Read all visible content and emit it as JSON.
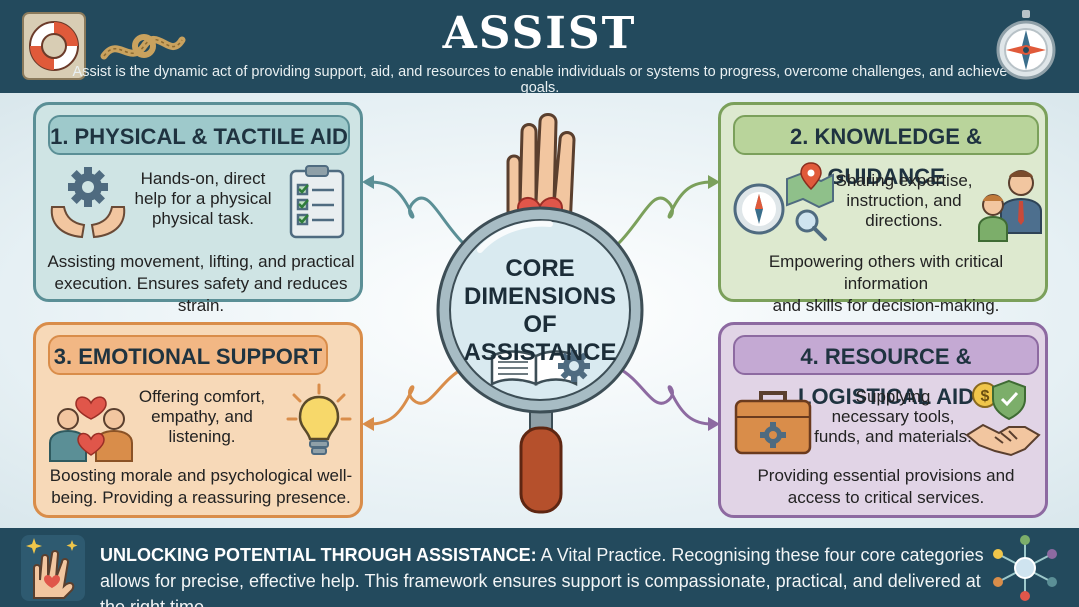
{
  "header": {
    "title": "ASSIST",
    "subtitle": "Assist is the dynamic act of providing support, aid, and resources to enable individuals or systems to progress, overcome challenges, and achieve goals."
  },
  "center": {
    "label_line1": "CORE",
    "label_line2": "DIMENSIONS",
    "label_line3": "OF ASSISTANCE"
  },
  "cards": [
    {
      "title": "1. PHYSICAL & TACTILE AID",
      "lines": [
        "Hands-on, direct",
        "help for a physical",
        "physical task."
      ],
      "footer_lines": [
        "Assisting movement, lifting, and practical",
        "execution. Ensures safety and reduces strain."
      ],
      "color": "#5b8f96"
    },
    {
      "title": "2. KNOWLEDGE & GUIDANCE",
      "lines": [
        "Sharing expertise,",
        "instruction, and",
        "directions."
      ],
      "footer_lines": [
        "Empowering others with critical information",
        "and skills for decision-making."
      ],
      "color": "#7ba05b"
    },
    {
      "title": "3. EMOTIONAL SUPPORT",
      "lines": [
        "Offering comfort,",
        "empathy, and",
        "listening."
      ],
      "footer_lines": [
        "Boosting morale and psychological well-",
        "being. Providing a reassuring presence."
      ],
      "color": "#d98d4a"
    },
    {
      "title": "4. RESOURCE & LOGISTICAL AID",
      "lines": [
        "Supplying",
        "necessary tools,",
        "funds, and materials."
      ],
      "footer_lines": [
        "Providing essential provisions and",
        "access to critical services."
      ],
      "color": "#8d6aa1"
    }
  ],
  "footer": {
    "lead": "UNLOCKING POTENTIAL THROUGH ASSISTANCE:",
    "text": " A Vital Practice. Recognising these four core categories allows for precise, effective help. This framework ensures support is compassionate, practical, and delivered at the right time."
  }
}
